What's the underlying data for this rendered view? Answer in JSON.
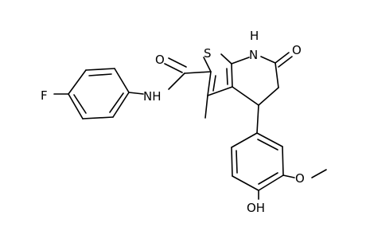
{
  "colors": {
    "background": "#ffffff",
    "ink": "#000000"
  },
  "atoms": {
    "fluorine": "F",
    "amide_nh": "NH",
    "amide_o": "O",
    "thiophene_s": "S",
    "ring_nh_h": "H",
    "ring_nh_n": "N",
    "lactam_o": "O",
    "methoxy_o": "O",
    "hydroxyl": "OH"
  }
}
